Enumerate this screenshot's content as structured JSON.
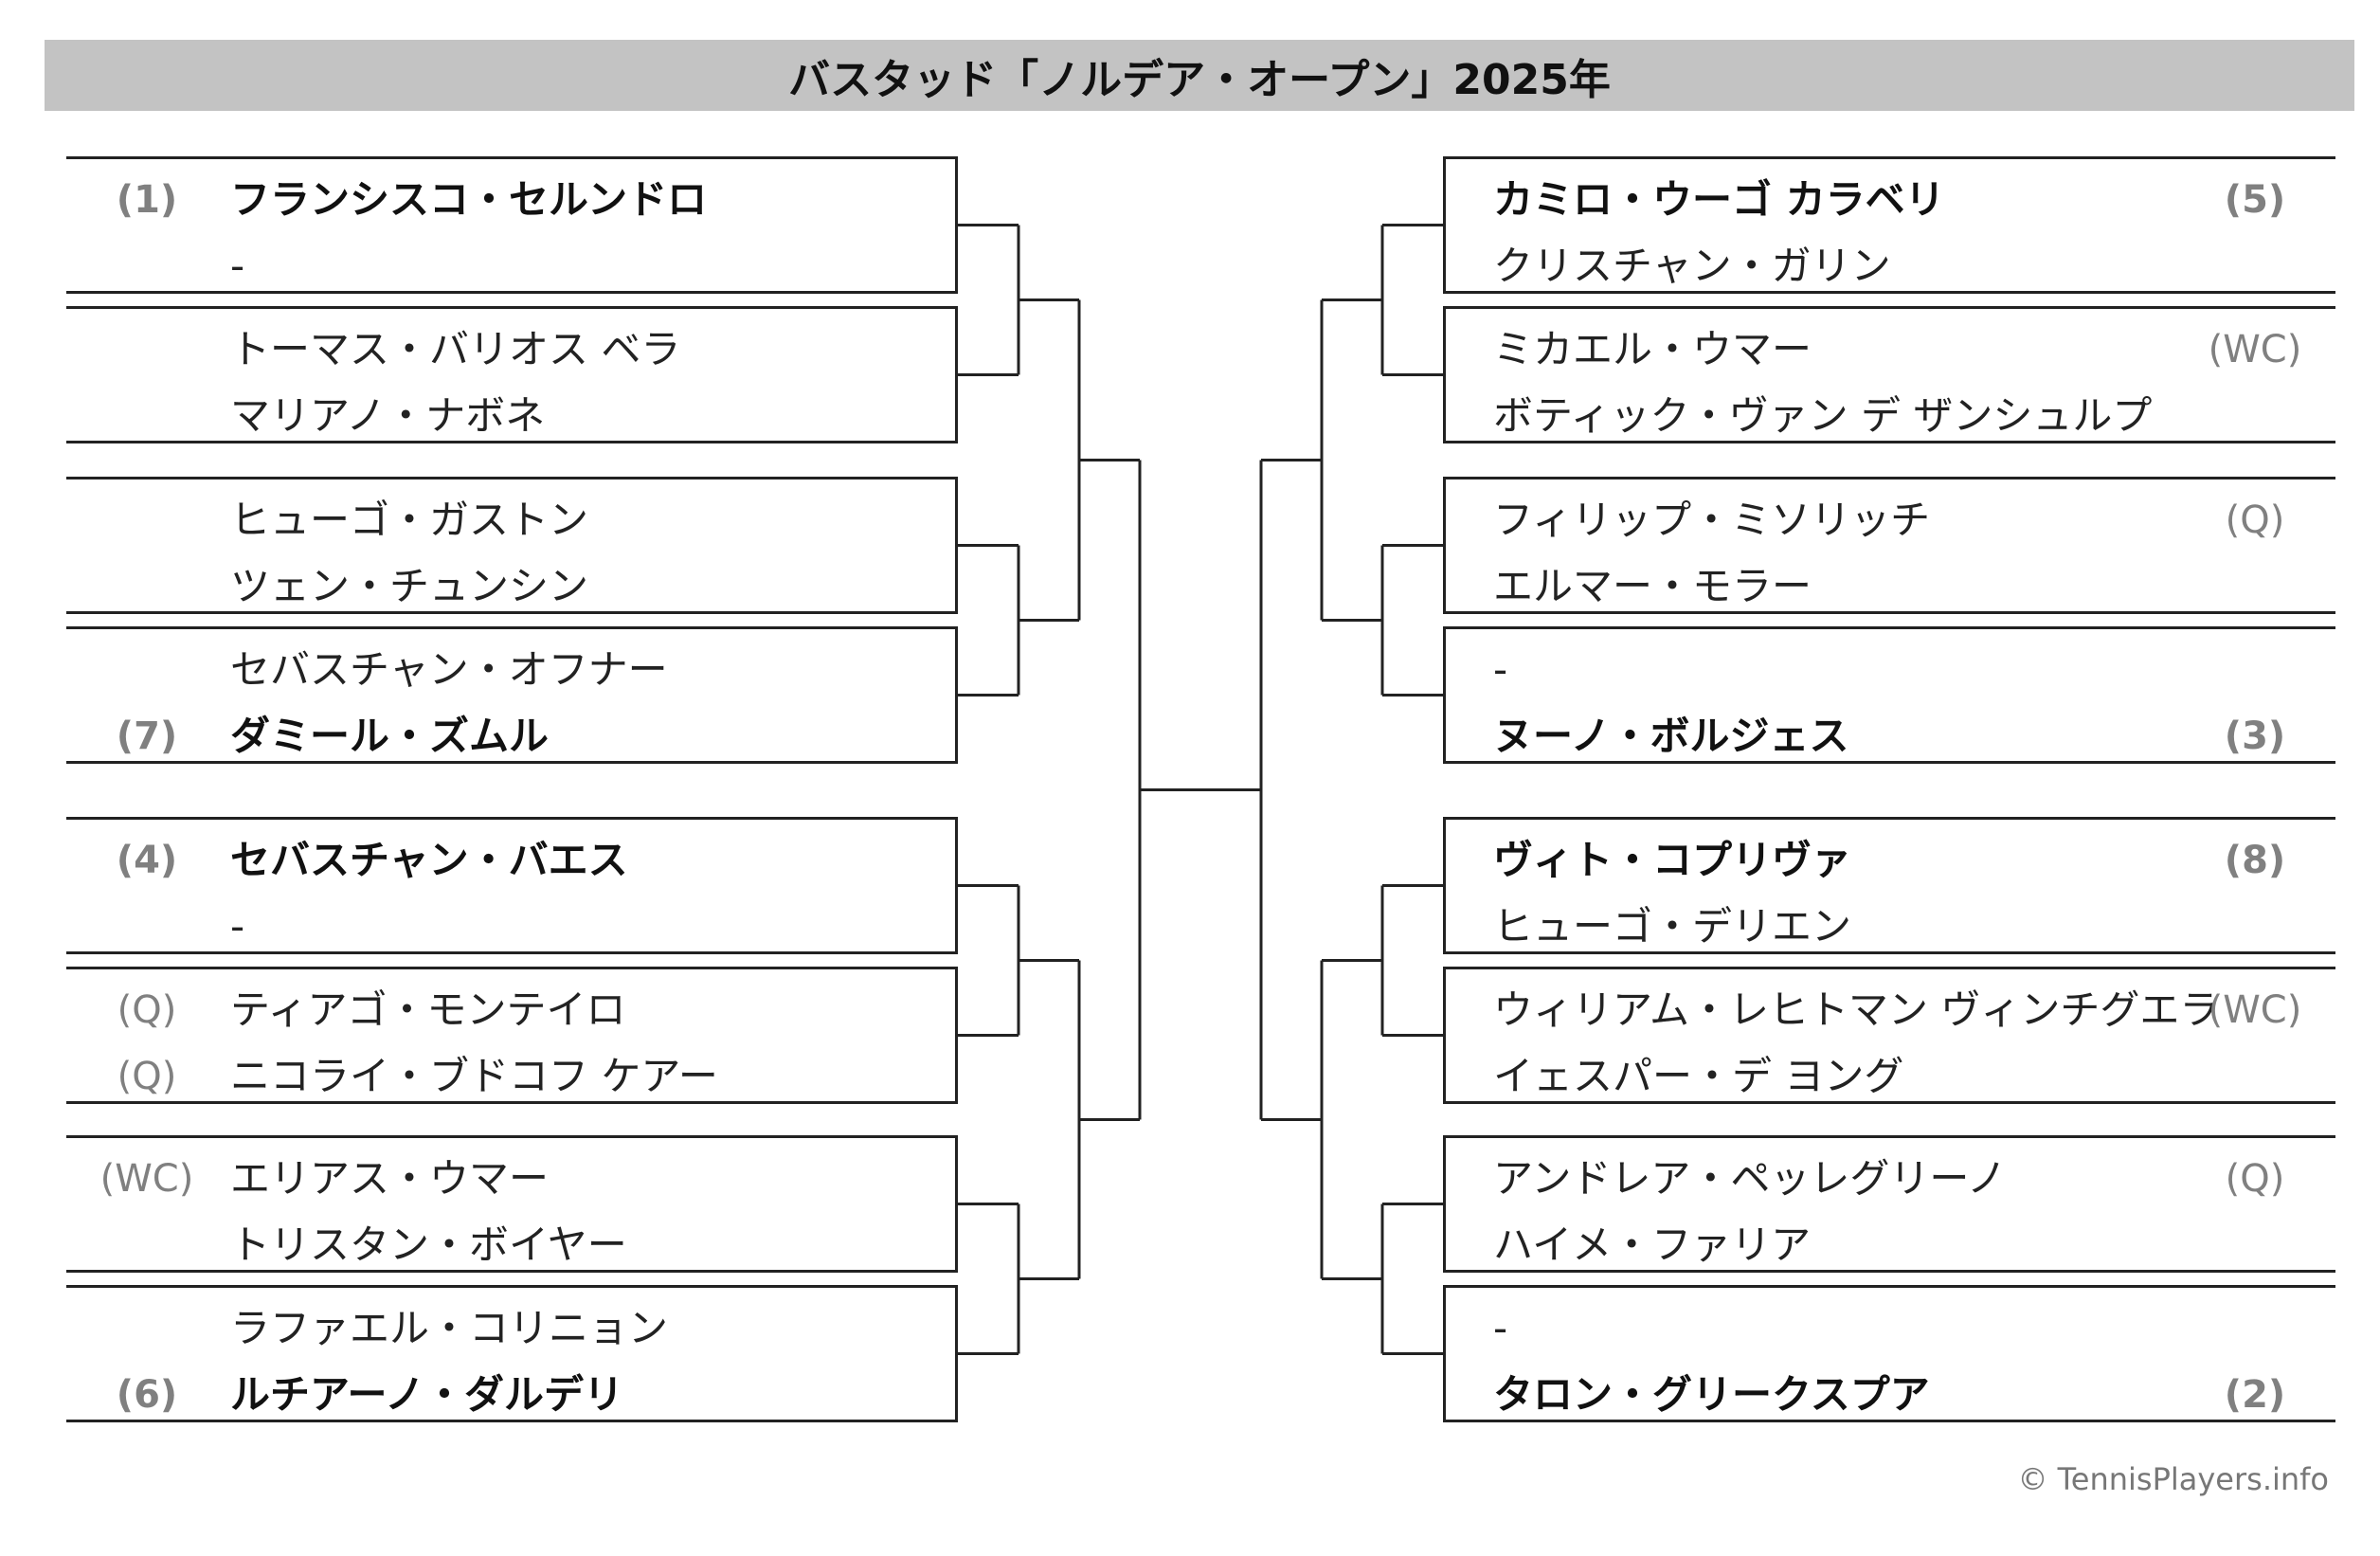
{
  "title": "バスタッド「ノルデア・オープン」2025年",
  "copyright": "© TennisPlayers.info",
  "colors": {
    "title_bg": "#c3c3c3",
    "line": "#222222",
    "seed": "#808080"
  },
  "left_draw": [
    [
      {
        "seed": "(1)",
        "name": "フランシスコ・セルンドロ",
        "bold": true
      },
      {
        "seed": "",
        "name": "-",
        "bold": false
      }
    ],
    [
      {
        "seed": "",
        "name": "トーマス・バリオス ベラ",
        "bold": false
      },
      {
        "seed": "",
        "name": "マリアノ・ナボネ",
        "bold": false
      }
    ],
    [
      {
        "seed": "",
        "name": "ヒューゴ・ガストン",
        "bold": false
      },
      {
        "seed": "",
        "name": "ツェン・チュンシン",
        "bold": false
      }
    ],
    [
      {
        "seed": "",
        "name": "セバスチャン・オフナー",
        "bold": false
      },
      {
        "seed": "(7)",
        "name": "ダミール・ズムル",
        "bold": true
      }
    ],
    [
      {
        "seed": "(4)",
        "name": "セバスチャン・バエス",
        "bold": true
      },
      {
        "seed": "",
        "name": "-",
        "bold": false
      }
    ],
    [
      {
        "seed": "(Q)",
        "name": "ティアゴ・モンテイロ",
        "bold": false
      },
      {
        "seed": "(Q)",
        "name": "ニコライ・ブドコフ ケアー",
        "bold": false
      }
    ],
    [
      {
        "seed": "(WC)",
        "name": "エリアス・ウマー",
        "bold": false
      },
      {
        "seed": "",
        "name": "トリスタン・ボイヤー",
        "bold": false
      }
    ],
    [
      {
        "seed": "",
        "name": "ラファエル・コリニョン",
        "bold": false
      },
      {
        "seed": "(6)",
        "name": "ルチアーノ・ダルデリ",
        "bold": true
      }
    ]
  ],
  "right_draw": [
    [
      {
        "seed": "(5)",
        "name": "カミロ・ウーゴ カラベリ",
        "bold": true
      },
      {
        "seed": "",
        "name": "クリスチャン・ガリン",
        "bold": false
      }
    ],
    [
      {
        "seed": "(WC)",
        "name": "ミカエル・ウマー",
        "bold": false
      },
      {
        "seed": "",
        "name": "ボティック・ヴァン デ ザンシュルプ",
        "bold": false
      }
    ],
    [
      {
        "seed": "(Q)",
        "name": "フィリップ・ミソリッチ",
        "bold": false
      },
      {
        "seed": "",
        "name": "エルマー・モラー",
        "bold": false
      }
    ],
    [
      {
        "seed": "",
        "name": "-",
        "bold": false
      },
      {
        "seed": "(3)",
        "name": "ヌーノ・ボルジェス",
        "bold": true
      }
    ],
    [
      {
        "seed": "(8)",
        "name": "ヴィト・コプリヴァ",
        "bold": true
      },
      {
        "seed": "",
        "name": "ヒューゴ・デリエン",
        "bold": false
      }
    ],
    [
      {
        "seed": "(WC)",
        "name": "ウィリアム・レヒトマン ヴィンチグエラ",
        "bold": false
      },
      {
        "seed": "",
        "name": "イェスパー・デ ヨング",
        "bold": false
      }
    ],
    [
      {
        "seed": "(Q)",
        "name": "アンドレア・ペッレグリーノ",
        "bold": false
      },
      {
        "seed": "",
        "name": "ハイメ・ファリア",
        "bold": false
      }
    ],
    [
      {
        "seed": "",
        "name": "-",
        "bold": false
      },
      {
        "seed": "(2)",
        "name": "タロン・グリークスプア",
        "bold": true
      }
    ]
  ]
}
